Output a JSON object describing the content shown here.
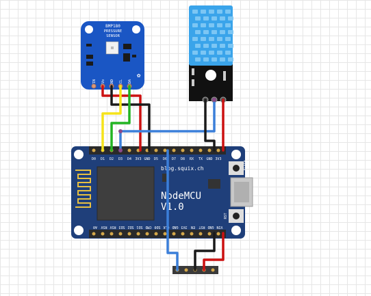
{
  "bmp180": {
    "title": "BMP180",
    "subtitle": "PRESSURE",
    "subtitle2": "SENSOR",
    "pins": [
      "VIN",
      "3Vo",
      "GND",
      "SCL",
      "SDA"
    ]
  },
  "nodemcu": {
    "website": "blog.squix.ch",
    "title": "NodeMCU",
    "version": "V1.0",
    "flash_label": "FLASH",
    "rst_label": "RST",
    "top_pins": [
      "D0",
      "D1",
      "D2",
      "D3",
      "D4",
      "3V3",
      "GND",
      "D5",
      "D6",
      "D7",
      "D8",
      "RX",
      "TX",
      "GND",
      "3V3"
    ],
    "bottom_pins": [
      "A0",
      "RSV",
      "RSV",
      "SD3",
      "SD2",
      "SD1",
      "CMD",
      "SD0",
      "CLK",
      "GND",
      "3V3",
      "EN",
      "RST",
      "GND",
      "VIN"
    ]
  },
  "colors": {
    "board_blue": "#1f3f7a",
    "breakout_blue": "#1a56c4",
    "dht_blue": "#3aa4ea",
    "wire_yellow": "#f5e31a",
    "wire_green": "#22b422",
    "wire_black": "#1a1a1a",
    "wire_red": "#cc1111",
    "wire_blue": "#3b7fd9"
  }
}
